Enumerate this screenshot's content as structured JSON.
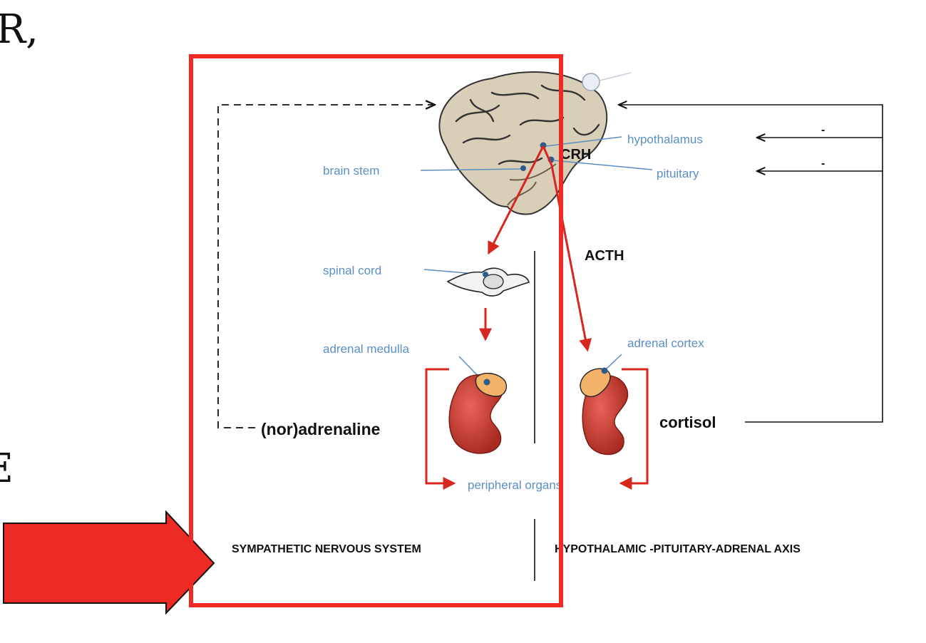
{
  "slide": {
    "edge_fragment_top": "R,",
    "edge_fragment_mid": "E"
  },
  "diagram": {
    "labels": {
      "hypothalamus": "hypothalamus",
      "pituitary": "pituitary",
      "brain_stem": "brain stem",
      "crh": "CRH",
      "acth": "ACTH",
      "spinal_cord": "spinal cord",
      "adrenal_medulla": "adrenal medulla",
      "adrenal_cortex": "adrenal cortex",
      "noradrenaline": "(nor)adrenaline",
      "cortisol": "cortisol",
      "peripheral_organs": "peripheral organs",
      "feedback_sign_1": "-",
      "feedback_sign_2": "-"
    },
    "sections": {
      "left": "SYMPATHETIC NERVOUS SYSTEM",
      "right": "HYPOTHALAMIC -PITUITARY-ADRENAL AXIS"
    },
    "colors": {
      "label_blue": "#5b8fc4",
      "pathway_red": "#d7261e",
      "highlight_red": "#ee2a24",
      "kidney_red": "#c8372a",
      "brain": "#d9cfb8"
    }
  }
}
